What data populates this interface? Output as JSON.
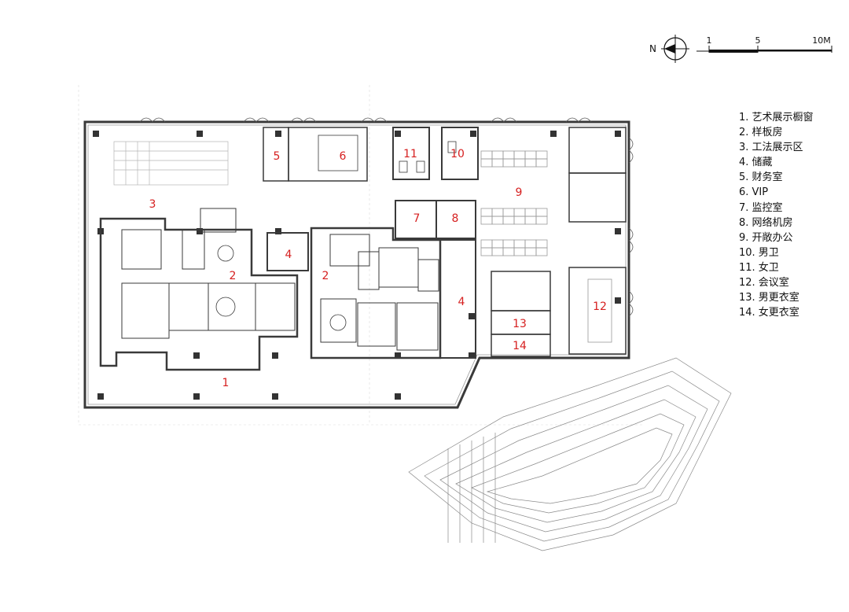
{
  "compass": {
    "north_label": "N"
  },
  "scale_bar": {
    "labels": [
      "1",
      "5",
      "10M"
    ]
  },
  "legend": [
    "1. 艺术展示橱窗",
    "2. 样板房",
    "3. 工法展示区",
    "4. 储藏",
    "5. 财务室",
    "6. VIP",
    "7. 监控室",
    "8. 网络机房",
    "9. 开敞办公",
    "10. 男卫",
    "11. 女卫",
    "12. 会议室",
    "13. 男更衣室",
    "14. 女更衣室"
  ],
  "room_labels": [
    "1",
    "2",
    "2",
    "3",
    "4",
    "4",
    "5",
    "6",
    "7",
    "8",
    "9",
    "10",
    "11",
    "12",
    "13",
    "14"
  ],
  "colors": {
    "wall": "#3a3a3a",
    "column": "#333333",
    "label": "#d62020",
    "line": "#9a9a9a"
  }
}
